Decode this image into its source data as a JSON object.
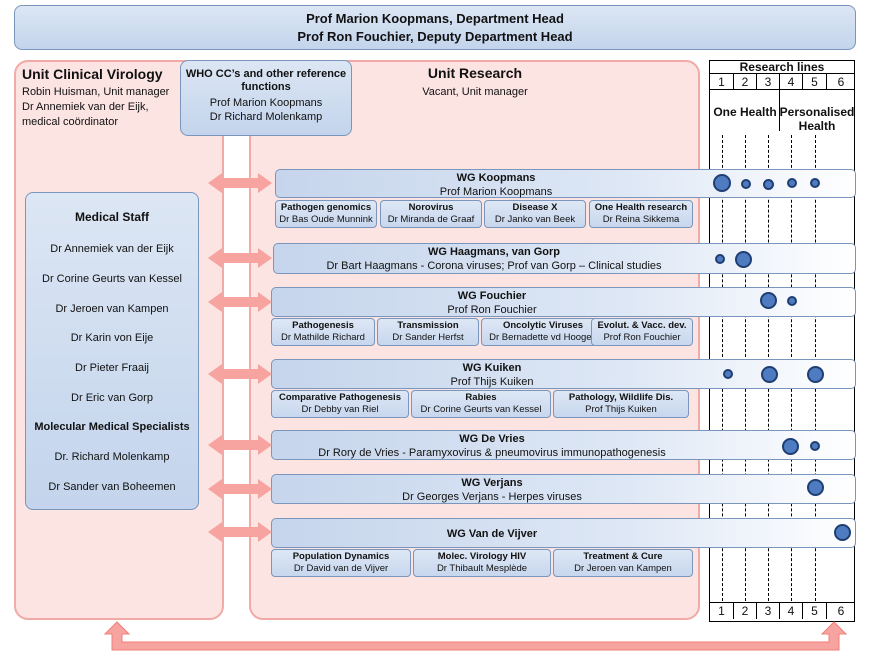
{
  "header": {
    "line1": "Prof Marion Koopmans, Department Head",
    "line2": "Prof Ron Fouchier, Deputy Department Head"
  },
  "clinical": {
    "title": "Unit Clinical Virology",
    "manager": "Robin Huisman, Unit manager",
    "coord1": "Dr Annemiek van der Eijk,",
    "coord2": "medical coördinator"
  },
  "who": {
    "title": "WHO CC’s and other reference functions",
    "p1": "Prof Marion Koopmans",
    "p2": "Dr Richard Molenkamp"
  },
  "research": {
    "title": "Unit Research",
    "manager": "Vacant, Unit manager"
  },
  "staff": {
    "title": "Medical Staff",
    "members": [
      "Dr Annemiek van der Eijk",
      "Dr Corine Geurts van Kessel",
      "Dr Jeroen van Kampen",
      "Dr Karin von Eije",
      "Dr Pieter Fraaij",
      "Dr Eric van Gorp"
    ],
    "spec_title": "Molecular Medical Specialists",
    "specialists": [
      "Dr. Richard Molenkamp",
      "Dr Sander van Boheemen"
    ]
  },
  "lines": {
    "title": "Research lines",
    "numbers": [
      "1",
      "2",
      "3",
      "4",
      "5",
      "6"
    ],
    "oh": "One Health",
    "ph1": "Personalised",
    "ph2": "Health"
  },
  "groups": [
    {
      "title": "WG Koopmans",
      "lead": "Prof Marion Koopmans",
      "subs": [
        {
          "t": "Pathogen genomics",
          "p": "Dr Bas Oude Munnink"
        },
        {
          "t": "Norovirus",
          "p": "Dr Miranda de Graaf"
        },
        {
          "t": "Disease X",
          "p": "Dr Janko van Beek"
        },
        {
          "t": "One Health research",
          "p": "Dr Reina Sikkema"
        }
      ]
    },
    {
      "title": "WG Haagmans, van Gorp",
      "lead": "Dr Bart Haagmans - Corona viruses; Prof van Gorp – Clinical studies",
      "subs": []
    },
    {
      "title": "WG Fouchier",
      "lead": "Prof Ron Fouchier",
      "subs": [
        {
          "t": "Pathogenesis",
          "p": "Dr Mathilde Richard"
        },
        {
          "t": "Transmission",
          "p": "Dr Sander Herfst"
        },
        {
          "t": "Oncolytic Viruses",
          "p": "Dr Bernadette vd Hoogen"
        },
        {
          "t": "Evolut. & Vacc. dev.",
          "p": "Prof Ron Fouchier"
        }
      ]
    },
    {
      "title": "WG Kuiken",
      "lead": "Prof Thijs Kuiken",
      "subs": [
        {
          "t": "Comparative Pathogenesis",
          "p": "Dr Debby van Riel"
        },
        {
          "t": "Rabies",
          "p": "Dr Corine Geurts van Kessel"
        },
        {
          "t": "Pathology,  Wildlife Dis.",
          "p": "Prof Thijs Kuiken"
        }
      ]
    },
    {
      "title": "WG De Vries",
      "lead": "Dr Rory de Vries - Paramyxovirus & pneumovirus immunopathogenesis",
      "subs": []
    },
    {
      "title": "WG Verjans",
      "lead": "Dr Georges Verjans - Herpes viruses",
      "subs": []
    },
    {
      "title": "WG Van de Vijver",
      "lead": "",
      "subs": [
        {
          "t": "Population Dynamics",
          "p": "Dr David van de Vijver"
        },
        {
          "t": "Molec. Virology HIV",
          "p": "Dr Thibault Mesplède"
        },
        {
          "t": "Treatment  & Cure",
          "p": "Dr Jeroen van Kampen"
        }
      ]
    }
  ],
  "colors": {
    "blue": "#c6d5ec",
    "pink": "#fbe4e2",
    "arrow": "#f7a3a0",
    "dot": "#4f7cc0"
  }
}
